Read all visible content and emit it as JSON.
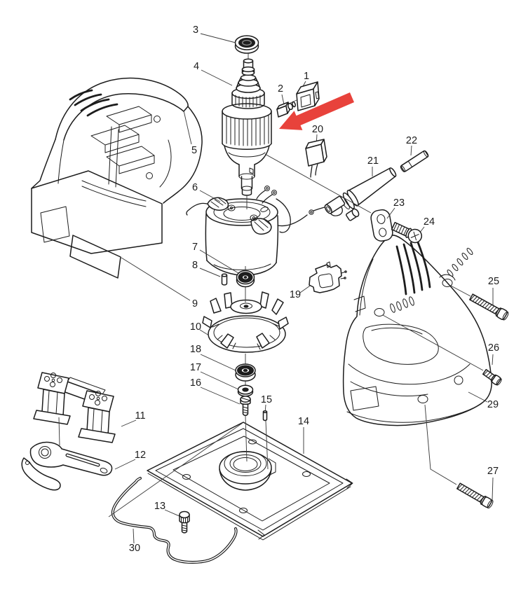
{
  "diagram": {
    "type": "exploded-parts-diagram",
    "background_color": "#ffffff",
    "line_color": "#1c1c1c",
    "highlight_arrow_color": "#e8423b"
  },
  "callouts": [
    {
      "number": "1"
    },
    {
      "number": "2"
    },
    {
      "number": "3"
    },
    {
      "number": "4"
    },
    {
      "number": "5"
    },
    {
      "number": "6"
    },
    {
      "number": "7"
    },
    {
      "number": "8"
    },
    {
      "number": "9"
    },
    {
      "number": "10"
    },
    {
      "number": "11"
    },
    {
      "number": "12"
    },
    {
      "number": "13"
    },
    {
      "number": "14"
    },
    {
      "number": "15"
    },
    {
      "number": "16"
    },
    {
      "number": "17"
    },
    {
      "number": "18"
    },
    {
      "number": "19"
    },
    {
      "number": "20"
    },
    {
      "number": "21"
    },
    {
      "number": "22"
    },
    {
      "number": "23"
    },
    {
      "number": "24"
    },
    {
      "number": "25"
    },
    {
      "number": "26"
    },
    {
      "number": "27"
    },
    {
      "number": "29"
    },
    {
      "number": "30"
    }
  ]
}
